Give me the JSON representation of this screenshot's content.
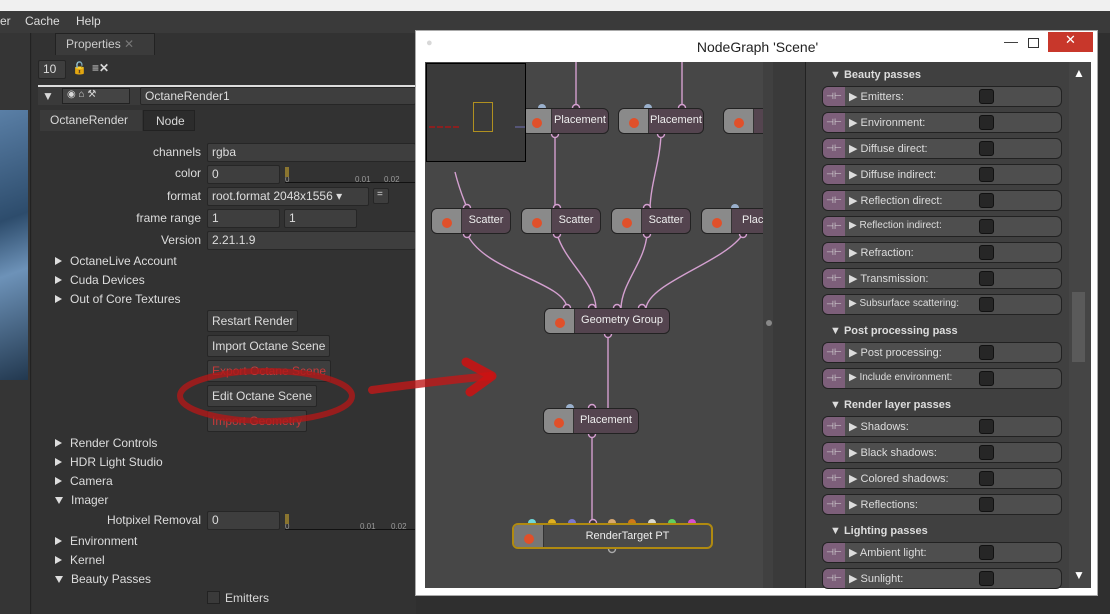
{
  "menu": [
    "er",
    "Cache",
    "Help"
  ],
  "properties": {
    "tab_label": "Properties",
    "frame_value": "10",
    "node_name": "OctaneRender1",
    "subtabs": [
      "OctaneRender",
      "Node"
    ],
    "channels_label": "channels",
    "channels_value": "rgba",
    "color_label": "color",
    "color_value": "0",
    "format_label": "format",
    "format_value": "root.format 2048x1556",
    "format_eq": "=",
    "frame_range_label": "frame range",
    "frame_start": "1",
    "frame_end": "1",
    "version_label": "Version",
    "version_value": "2.21.1.9",
    "slider_ticks": [
      "0",
      "0.01",
      "0.02"
    ],
    "sections_top": [
      "OctaneLive Account",
      "Cuda Devices",
      "Out of Core Textures"
    ],
    "buttons": [
      "Restart Render",
      "Import Octane Scene",
      "Export Octane Scene",
      "Edit Octane Scene",
      "Import Geometry"
    ],
    "sections_bottom": [
      "Render Controls",
      "HDR Light Studio",
      "Camera",
      "Imager"
    ],
    "hotpixel_label": "Hotpixel Removal",
    "hotpixel_value": "0",
    "sections_after": [
      "Environment",
      "Kernel",
      "Beauty Passes"
    ],
    "emitters_label": "Emitters"
  },
  "nodegraph": {
    "title": "NodeGraph 'Scene'",
    "nodes": {
      "p1": "Placement",
      "p2": "Placement",
      "s1": "Scatter",
      "s2": "Scatter",
      "s3": "Scatter",
      "p3": "Place",
      "gg": "Geometry Group",
      "p4": "Placement",
      "rt": "RenderTarget PT"
    },
    "pass_groups": [
      {
        "title": "Beauty passes",
        "items": [
          "Emitters:",
          "Environment:",
          "Diffuse direct:",
          "Diffuse indirect:",
          "Reflection direct:",
          "Reflection indirect:",
          "Refraction:",
          "Transmission:",
          "Subsurface scattering:"
        ]
      },
      {
        "title": "Post processing pass",
        "items": [
          "Post processing:",
          "Include environment:"
        ]
      },
      {
        "title": "Render layer passes",
        "items": [
          "Shadows:",
          "Black shadows:",
          "Colored shadows:",
          "Reflections:"
        ]
      },
      {
        "title": "Lighting passes",
        "items": [
          "Ambient light:",
          "Sunlight:"
        ]
      }
    ]
  },
  "colors": {
    "annotation": "#b01818",
    "wire": "#d4a0d0",
    "target_border": "#b08a10"
  }
}
